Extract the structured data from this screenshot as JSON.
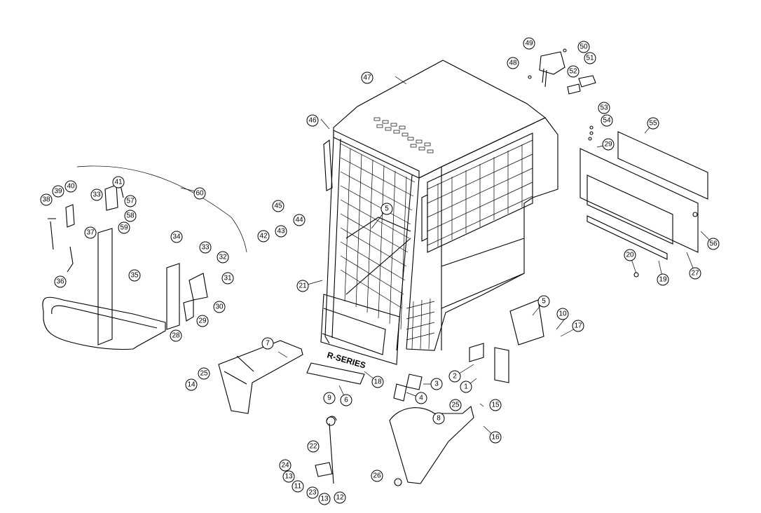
{
  "brand_label": "R-SERIES",
  "callouts": [
    "1",
    "2",
    "3",
    "4",
    "5",
    "5",
    "6",
    "7",
    "8",
    "9",
    "10",
    "11",
    "12",
    "13",
    "13",
    "14",
    "15",
    "16",
    "17",
    "18",
    "19",
    "20",
    "21",
    "22",
    "23",
    "24",
    "25",
    "25",
    "26",
    "27",
    "28",
    "29",
    "29",
    "30",
    "31",
    "32",
    "33",
    "33",
    "34",
    "35",
    "36",
    "37",
    "38",
    "39",
    "40",
    "41",
    "42",
    "43",
    "44",
    "45",
    "46",
    "47",
    "48",
    "49",
    "50",
    "51",
    "52",
    "53",
    "54",
    "55",
    "56",
    "57",
    "58",
    "59",
    "60"
  ]
}
